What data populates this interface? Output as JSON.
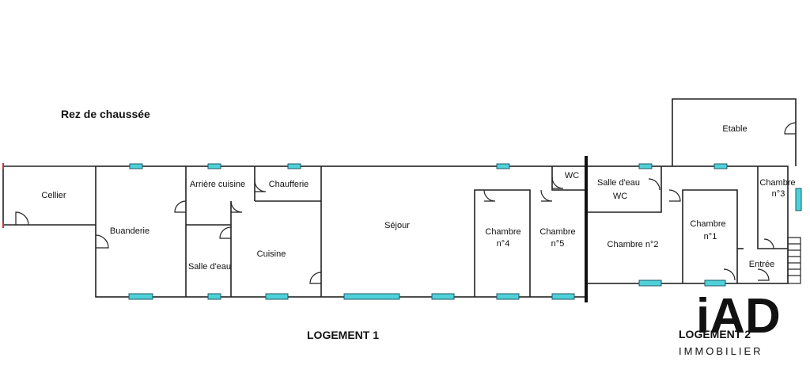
{
  "plan": {
    "floor_title": "Rez de chaussée",
    "units": [
      "LOGEMENT 1",
      "LOGEMENT 2"
    ],
    "rooms": {
      "cellier": "Cellier",
      "buanderie": "Buanderie",
      "arriere_cuisine": "Arrière cuisine",
      "chaufferie": "Chaufferie",
      "salle_eau_1": "Salle d'eau",
      "cuisine": "Cuisine",
      "sejour": "Séjour",
      "chambre4_l1": "Chambre",
      "chambre4_l2": "n°4",
      "chambre5_l1": "Chambre",
      "chambre5_l2": "n°5",
      "wc_1": "WC",
      "salle_eau_2": "Salle d'eau",
      "wc_2": "WC",
      "chambre2": "Chambre n°2",
      "chambre1_l1": "Chambre",
      "chambre1_l2": "n°1",
      "chambre3_l1": "Chambre",
      "chambre3_l2": "n°3",
      "entree": "Entrée",
      "etable": "Etable"
    },
    "window_color": "#4fd1d9",
    "watermark": {
      "logo": "iAD",
      "text": "IMMOBILIER"
    }
  }
}
